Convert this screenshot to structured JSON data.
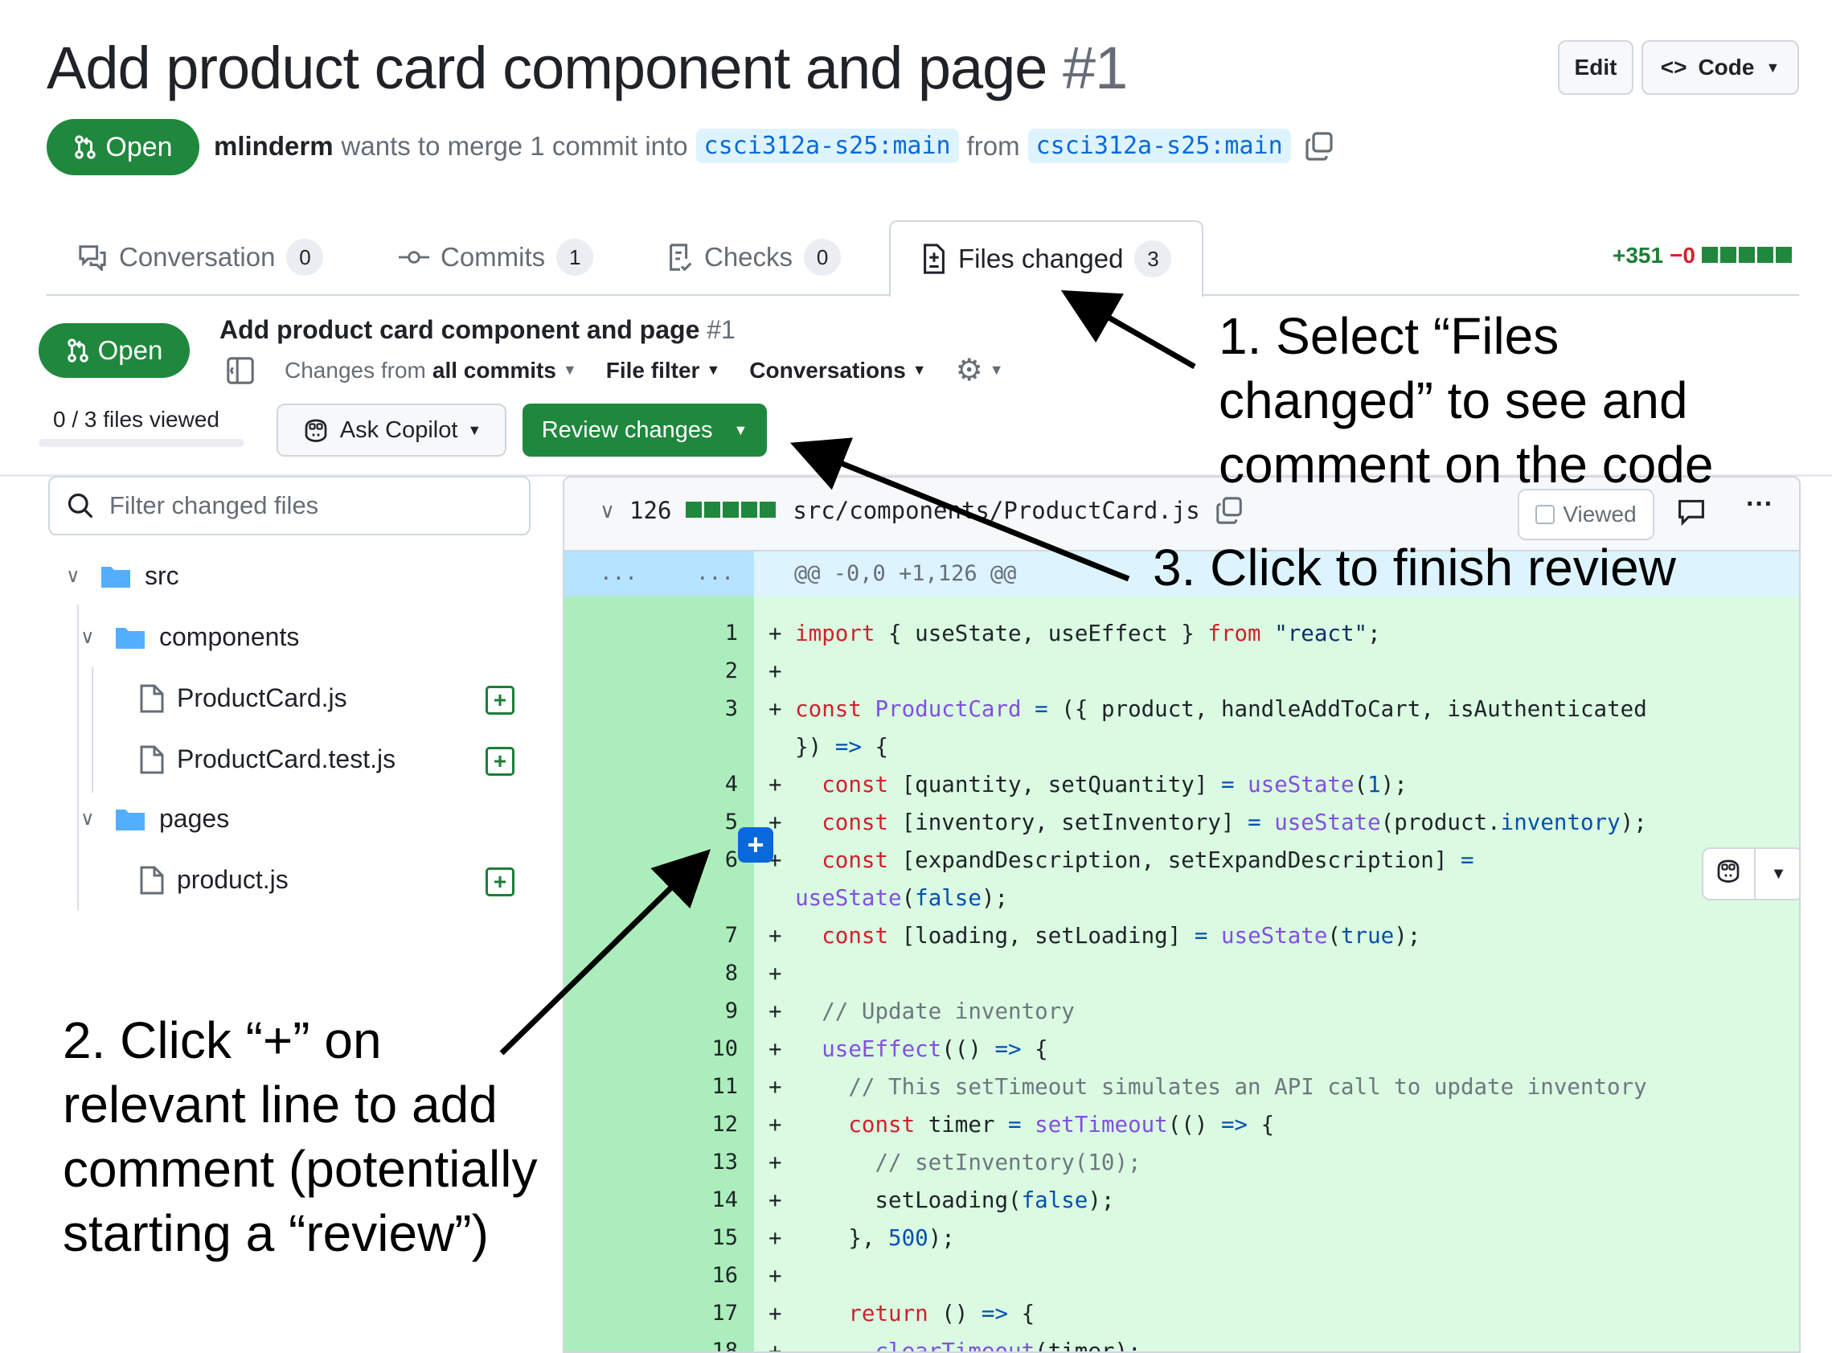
{
  "header": {
    "title": "Add product card component and page",
    "number": "#1",
    "edit_label": "Edit",
    "code_label": "Code",
    "status": "Open",
    "author": "mlinderm",
    "merge_text": "wants to merge 1 commit into",
    "base_branch": "csci312a-s25:main",
    "from_text": "from",
    "head_branch": "csci312a-s25:main"
  },
  "tabs": [
    {
      "label": "Conversation",
      "count": "0"
    },
    {
      "label": "Commits",
      "count": "1"
    },
    {
      "label": "Checks",
      "count": "0"
    },
    {
      "label": "Files changed",
      "count": "3"
    }
  ],
  "diffstat": {
    "additions": "+351",
    "deletions": "−0"
  },
  "subheader": {
    "status": "Open",
    "title": "Add product card component and page",
    "number": "#1",
    "changes_prefix": "Changes from",
    "changes_value": "all commits",
    "file_filter": "File filter",
    "conversations": "Conversations",
    "files_viewed": "0 / 3 files viewed",
    "ask_copilot": "Ask Copilot",
    "review_changes": "Review changes"
  },
  "file_tree": {
    "filter_placeholder": "Filter changed files",
    "folders": {
      "src": "src",
      "components": "components",
      "pages": "pages"
    },
    "files": [
      "ProductCard.js",
      "ProductCard.test.js",
      "product.js"
    ]
  },
  "diff": {
    "lines_changed": "126",
    "path": "src/components/ProductCard.js",
    "viewed_label": "Viewed",
    "hunk_left": "...",
    "hunk_right": "...",
    "hunk": "@@ -0,0 +1,126 @@",
    "add_comment_symbol": "+"
  },
  "annotations": {
    "step1": "1. Select “Files\nchanged” to see and\ncomment on the code",
    "step2": "2. Click “+” on\nrelevant line to add\ncomment (potentially\nstarting a “review”)",
    "step3": "3. Click to finish review"
  },
  "colors": {
    "accent_green": "#1f883d",
    "link_blue": "#0969da",
    "add_bg": "#dafbe1",
    "add_gutter": "#aceebb"
  }
}
